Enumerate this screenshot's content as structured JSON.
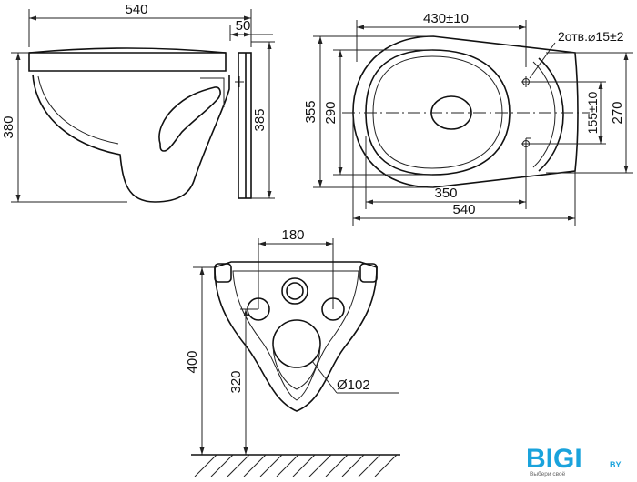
{
  "side_view": {
    "width_total": "540",
    "depth_mount": "50",
    "height_left": "380",
    "height_right": "385"
  },
  "top_view": {
    "length_430": "430±10",
    "holes": "2отв.⌀15±2",
    "height_355": "355",
    "height_290": "290",
    "height_270": "270",
    "hole_offset": "155±10",
    "length_350": "350",
    "length_540": "540"
  },
  "rear_view": {
    "hole_spacing": "180",
    "height_400": "400",
    "height_320": "320",
    "drain_diameter": "Ø102"
  },
  "logo": {
    "text": "BIGI",
    "suffix": "BY",
    "tagline": "Выбери своё",
    "color": "#1aa3dc"
  }
}
